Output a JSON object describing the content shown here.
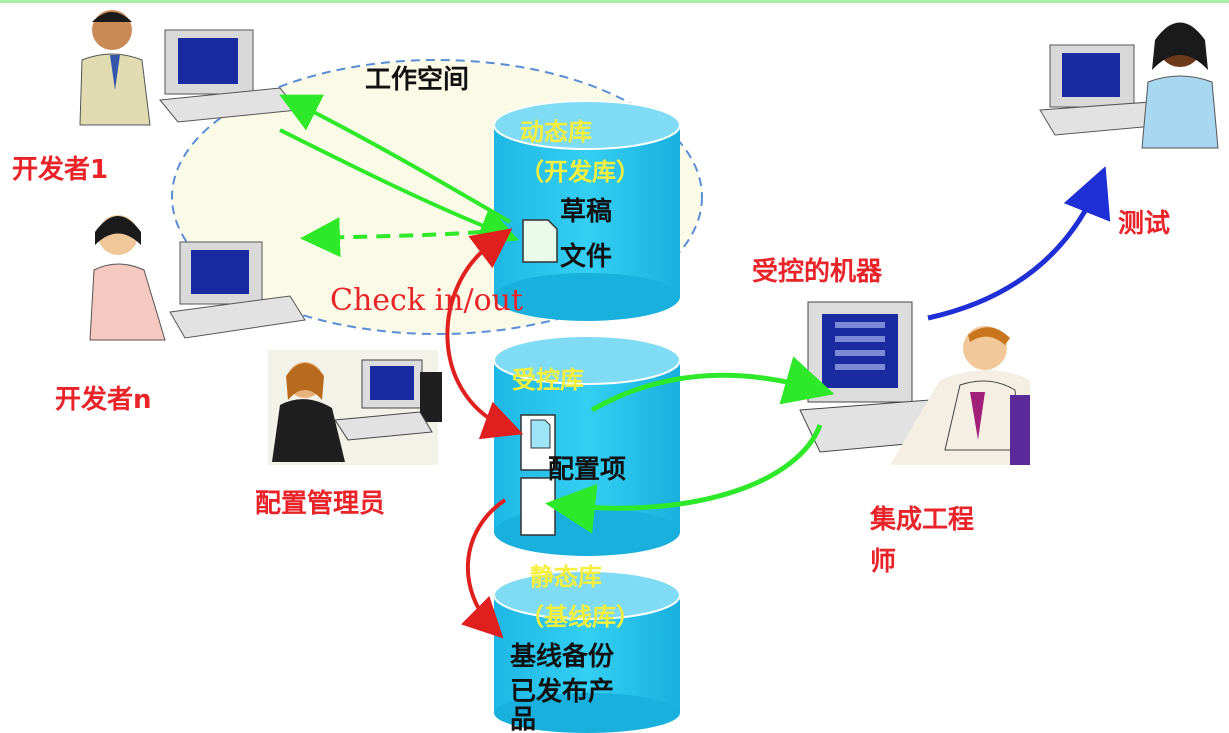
{
  "workspace_label": "工作空间",
  "check_label": "Check in/out",
  "developer1_label": "开发者1",
  "developern_label": "开发者n",
  "config_manager_label": "配置管理员",
  "controlled_machine_label": "受控的机器",
  "test_label": "测试",
  "integration_engineer_label": {
    "line1": "集成工程",
    "line2": "师"
  },
  "dynamic_lib": {
    "title": "动态库",
    "subtitle": "（开发库）",
    "content1": "草稿",
    "content2": "文件"
  },
  "controlled_lib": {
    "title": "受控库",
    "content": "配置项"
  },
  "static_lib": {
    "title": "静态库",
    "subtitle": "（基线库）",
    "content1": "基线备份",
    "content2": "已发布产",
    "content3": "品"
  },
  "colors": {
    "red_label": "#e8242a",
    "yellow_label": "#f7ef3c",
    "cylinder": "#27c4ee",
    "cylinder_top": "#7fdcf4",
    "green_arrow": "#2ee82a",
    "blue_arrow": "#1f2fd6",
    "red_arrow": "#e01f1f",
    "workspace_fill": "#fbfae6",
    "workspace_border": "#5a8fd6"
  }
}
